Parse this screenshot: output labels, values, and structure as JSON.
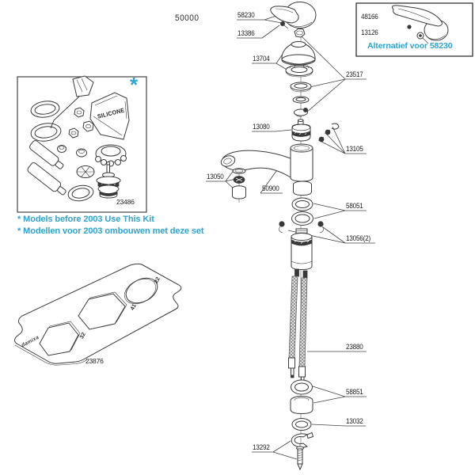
{
  "page": {
    "model_number": "50000"
  },
  "colors": {
    "accent": "#2FA3CC",
    "line": "#3A3A3A"
  },
  "parts": {
    "handle": "58230",
    "handle_screw": "13386",
    "dome_cap": "13704",
    "trim_rings": "23517",
    "cartridge": "13080",
    "set_screws": "13105",
    "aerator": "13050",
    "spout": "50900",
    "o_rings": "58051",
    "base_screws": "13056(2)",
    "hoses": "23880",
    "base_ring": "58851",
    "base_o_ring": "13032",
    "mounting_stud": "13292"
  },
  "alt_box": {
    "handle": "48166",
    "screw": "13126",
    "note": "Alternatief voor 58230"
  },
  "kit_box": {
    "id": "23486",
    "marker": "*",
    "bag_text": "SILICONE",
    "note_line1": "* Models before 2003 Use This Kit",
    "note_line2": "* Modellen voor 2003 ombouwen met deze set"
  },
  "plate": {
    "id": "23876",
    "brand": "damixa",
    "hole_round": "22",
    "hole_hex_mid": "41",
    "hole_hex_low": "32"
  }
}
